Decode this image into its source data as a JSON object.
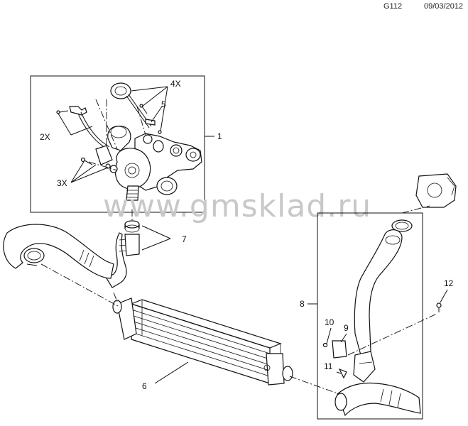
{
  "header": {
    "code": "G112",
    "date": "09/03/2012"
  },
  "watermark": "www.gmsklad.ru",
  "callouts": {
    "c1": "1",
    "c2x": "2X",
    "c3x": "3X",
    "c4x": "4X",
    "c5": "5",
    "c6": "6",
    "c7": "7",
    "c8": "8",
    "c9": "9",
    "c10": "10",
    "c11": "11",
    "c12": "12"
  }
}
